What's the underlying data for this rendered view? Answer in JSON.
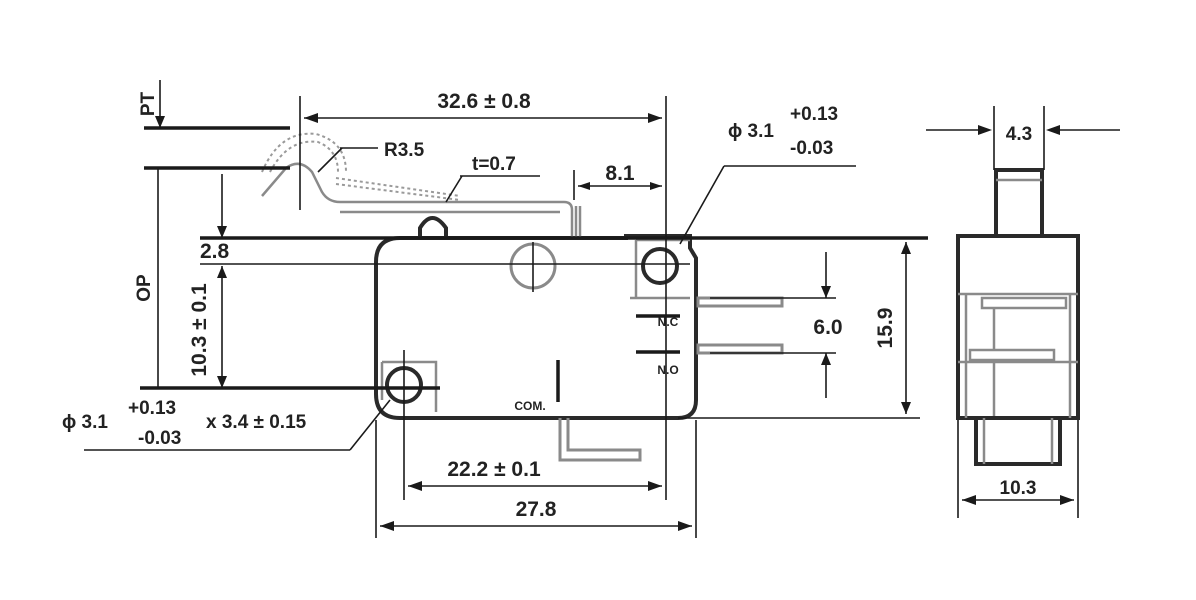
{
  "labels": {
    "pt": "PT",
    "op": "OP",
    "overall_length": "32.6 ± 0.8",
    "radius": "R3.5",
    "thickness": "t=0.7",
    "lever_offset": "8.1",
    "hole_dia_right": "ϕ 3.1",
    "tol_plus_right": "+0.13",
    "tol_minus_right": "-0.03",
    "dim_2_8": "2.8",
    "dim_10_3_vertical": "10.3 ± 0.1",
    "hole_dia_left": "ϕ 3.1",
    "tol_plus_left": "+0.13",
    "tol_minus_left": "-0.03",
    "slot_length": "x 3.4 ± 0.15",
    "terminal_nc": "N.C",
    "terminal_no": "N.O",
    "terminal_com": "COM.",
    "terminal_pitch": "6.0",
    "height": "15.9",
    "hole_pitch": "22.2 ± 0.1",
    "body_length": "27.8",
    "side_width_top": "4.3",
    "side_width_bottom": "10.3"
  }
}
